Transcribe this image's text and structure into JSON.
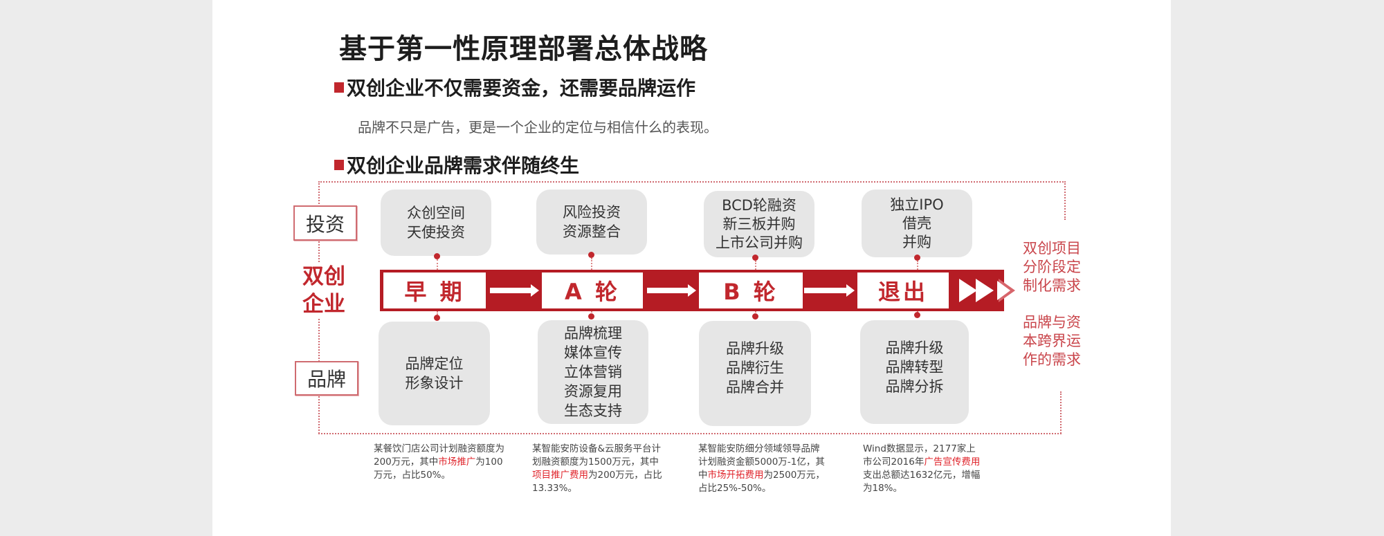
{
  "title": "基于第一性原理部署总体战略",
  "section1": {
    "heading": "双创企业不仅需要资金，还需要品牌运作",
    "body": "品牌不只是广告，更是一个企业的定位与相信什么的表现。"
  },
  "section2": {
    "heading": "双创企业品牌需求伴随终生"
  },
  "diagram": {
    "row_labels": {
      "invest": "投资",
      "subject_line1": "双创",
      "subject_line2": "企业",
      "brand": "品牌"
    },
    "stages": [
      {
        "label": "早 期"
      },
      {
        "label": "A 轮"
      },
      {
        "label": "B 轮"
      },
      {
        "label": "退出"
      }
    ],
    "invest_boxes": [
      {
        "lines": [
          "众创空间",
          "天使投资"
        ]
      },
      {
        "lines": [
          "风险投资",
          "资源整合"
        ]
      },
      {
        "lines": [
          "BCD轮融资",
          "新三板并购",
          "上市公司并购"
        ]
      },
      {
        "lines": [
          "独立IPO",
          "借壳",
          "并购"
        ]
      }
    ],
    "brand_boxes": [
      {
        "lines": [
          "品牌定位",
          "形象设计"
        ]
      },
      {
        "lines": [
          "品牌梳理",
          "媒体宣传",
          "立体营销",
          "资源复用",
          "生态支持"
        ]
      },
      {
        "lines": [
          "品牌升级",
          "品牌衍生",
          "品牌合并"
        ]
      },
      {
        "lines": [
          "品牌升级",
          "品牌转型",
          "品牌分拆"
        ]
      }
    ],
    "right_notes": {
      "note1": [
        "双创项目",
        "分阶段定",
        "制化需求"
      ],
      "note2": [
        "品牌与资",
        "本跨界运",
        "作的需求"
      ]
    }
  },
  "footnotes": [
    {
      "pre": "某餐饮门店公司计划融资额度为200万元，其中",
      "highlight": "市场推广",
      "post": "为100万元，占比50%。"
    },
    {
      "pre": "某智能安防设备&云服务平台计划融资额度为1500万元，其中",
      "highlight": "项目推广费用",
      "post": "为200万元，占比13.33%。"
    },
    {
      "pre": "某智能安防细分领域领导品牌计划融资金额5000万-1亿，其中",
      "highlight": "市场开拓费用",
      "post": "为2500万元，占比25%-50%。"
    },
    {
      "pre": "Wind数据显示，2177家上市公司2016年",
      "highlight": "广告宣传费用",
      "post": "支出总额达1632亿元，增幅为18%。"
    }
  ],
  "colors": {
    "brand_red": "#b51c24",
    "accent_red": "#c1272d",
    "box_grey": "#e6e6e6",
    "dotted_frame": "#d06a70"
  }
}
